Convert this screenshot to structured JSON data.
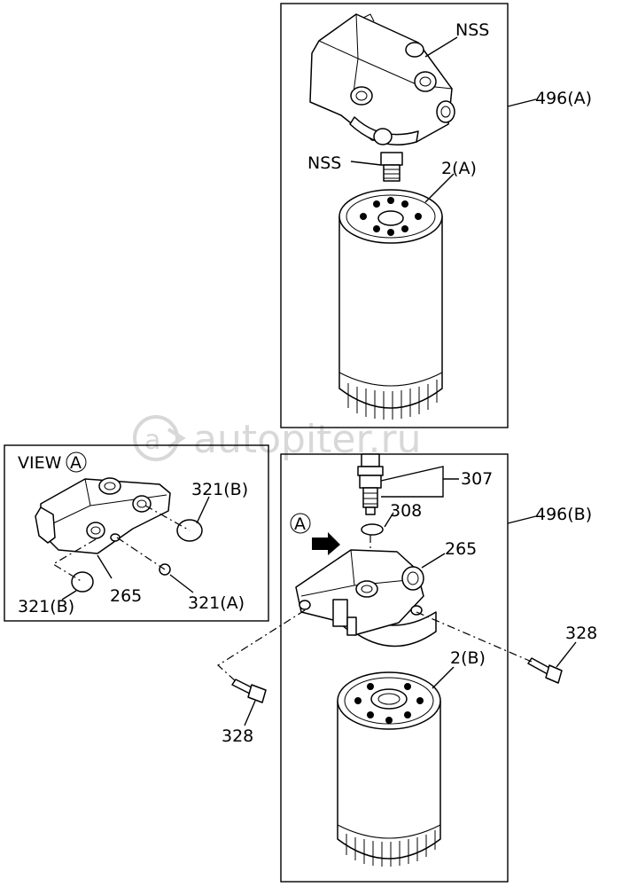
{
  "watermark": "autopiter.ru",
  "view_title": "VIEW",
  "view_marker": "A",
  "callout_marker": "A",
  "labels": {
    "nss_top": "NSS",
    "nss_fitting": "NSS",
    "assy_a": "496(A)",
    "filter_a": "2(A)",
    "sensor": "307",
    "oring_sensor": "308",
    "head_b": "265",
    "assy_b": "496(B)",
    "bolt_right": "328",
    "filter_b": "2(B)",
    "bolt_left": "328",
    "view_oring_top": "321(B)",
    "view_head": "265",
    "view_oring_small": "321(A)",
    "view_oring_left": "321(B)"
  }
}
